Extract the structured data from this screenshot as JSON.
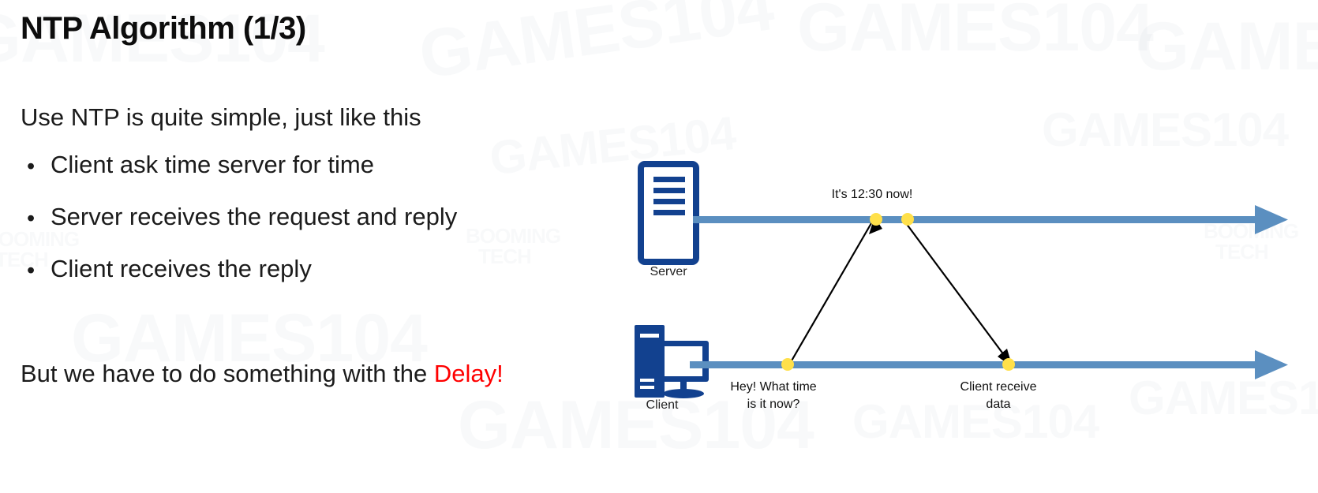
{
  "slide": {
    "title": "NTP Algorithm (1/3)",
    "intro": "Use NTP is quite simple, just like this",
    "bullet_marker": "•",
    "bullets": [
      {
        "text": "Client ask time server for time"
      },
      {
        "text": "Server receives the request and reply"
      },
      {
        "text": "Client receives the reply"
      }
    ],
    "closing": {
      "prefix": "But we have to do something with the ",
      "emphasis": "Delay!",
      "emphasis_color": "#ff0000"
    }
  },
  "diagram": {
    "nodes": [
      {
        "id": "server",
        "caption": "Server",
        "icon": "server-tower-icon"
      },
      {
        "id": "client",
        "caption": "Client",
        "icon": "desktop-computer-icon"
      }
    ],
    "timelines": [
      {
        "id": "server-timeline",
        "owner": "Server",
        "direction": "right"
      },
      {
        "id": "client-timeline",
        "owner": "Client",
        "direction": "right"
      }
    ],
    "messages": [
      {
        "id": "request",
        "from": "Client",
        "to": "Server",
        "label_lines": [
          "Hey! What time",
          "is it now?"
        ]
      },
      {
        "id": "reply",
        "from": "Server",
        "to": "Client",
        "label_lines": [
          "It's 12:30 now!"
        ]
      },
      {
        "id": "receive",
        "from": "Server",
        "to": "Client",
        "label_lines": [
          "Client receive",
          "data"
        ]
      }
    ],
    "event_dots": [
      {
        "id": "server-receive-dot",
        "timeline": "server-timeline"
      },
      {
        "id": "server-send-dot",
        "timeline": "server-timeline"
      },
      {
        "id": "client-send-dot",
        "timeline": "client-timeline"
      },
      {
        "id": "client-receive-dot",
        "timeline": "client-timeline"
      }
    ],
    "colors": {
      "timeline": "#5b8fc0",
      "icon": "#12418f",
      "event_dot": "#ffe04a",
      "arrow": "#000000"
    }
  },
  "watermarks": {
    "brand": "GAMES104",
    "studio_line1": "BOOMING",
    "studio_line2": "TECH"
  }
}
